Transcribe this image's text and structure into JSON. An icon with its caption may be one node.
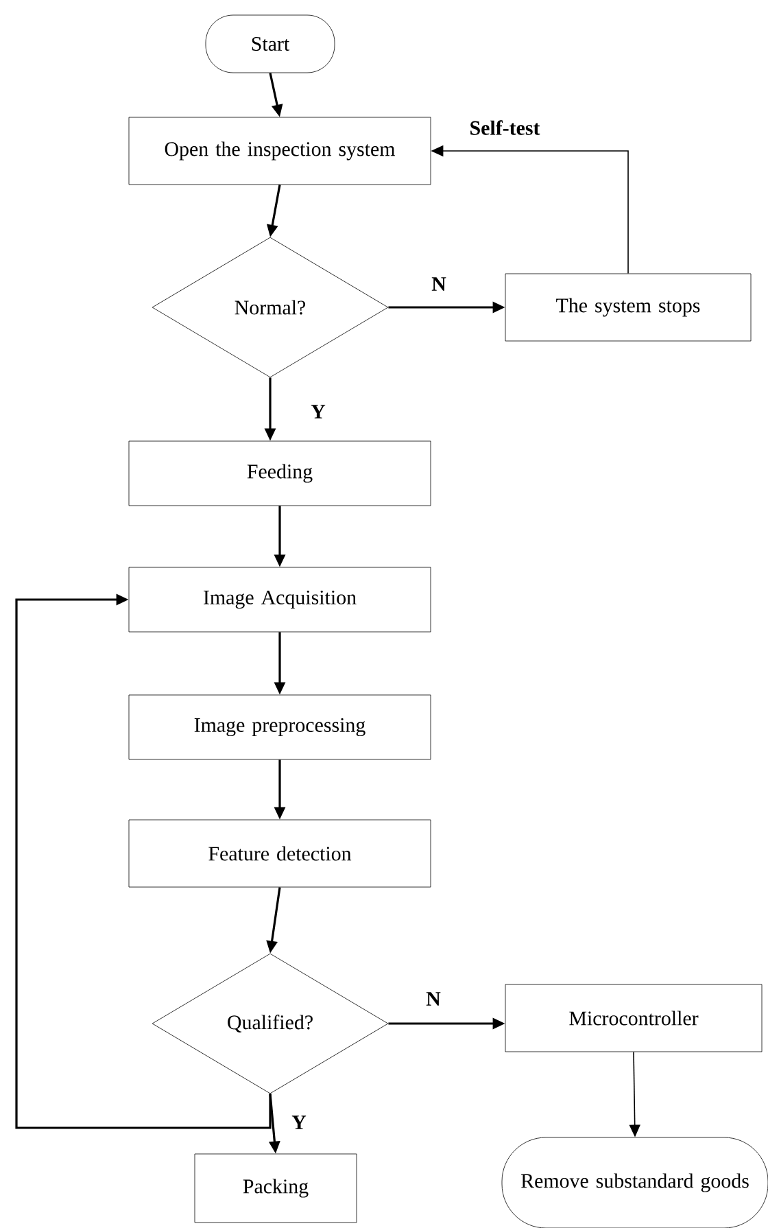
{
  "diagram": {
    "nodes": [
      {
        "text": [
          "Start"
        ]
      },
      {
        "text": [
          "Open the inspection system"
        ]
      },
      {
        "text": [
          "Normal?"
        ]
      },
      {
        "text": [
          "The system stops"
        ]
      },
      {
        "text": [
          "Feeding"
        ]
      },
      {
        "text": [
          "Image Acquisition"
        ]
      },
      {
        "text": [
          "Image preprocessing"
        ]
      },
      {
        "text": [
          "Feature detection"
        ]
      },
      {
        "text": [
          "Qualified?"
        ]
      },
      {
        "text": [
          "Microcontroller"
        ]
      },
      {
        "text": [
          "Packing"
        ]
      },
      {
        "text": [
          "Remove substandard goods"
        ]
      }
    ],
    "edges": [
      {
        "from": 0,
        "to": 1,
        "arrow": "to"
      },
      {
        "from": 1,
        "to": 2,
        "arrow": "to"
      },
      {
        "from": 2,
        "to": 3,
        "arrow": "to",
        "label": "N"
      },
      {
        "from": 3,
        "to": 1,
        "arrow": "to",
        "label": "Self-test"
      },
      {
        "from": 2,
        "to": 4,
        "arrow": "to",
        "label": "Y"
      },
      {
        "from": 4,
        "to": 5,
        "arrow": "to"
      },
      {
        "from": 5,
        "to": 6,
        "arrow": "to"
      },
      {
        "from": 6,
        "to": 7,
        "arrow": "to"
      },
      {
        "from": 7,
        "to": 8,
        "arrow": "to"
      },
      {
        "from": 8,
        "to": 9,
        "arrow": "to",
        "label": "N"
      },
      {
        "from": 8,
        "to": 10,
        "arrow": "to",
        "label": "Y"
      },
      {
        "from": 8,
        "to": 5,
        "arrow": "to"
      },
      {
        "from": 9,
        "to": 11,
        "arrow": "to"
      }
    ]
  }
}
